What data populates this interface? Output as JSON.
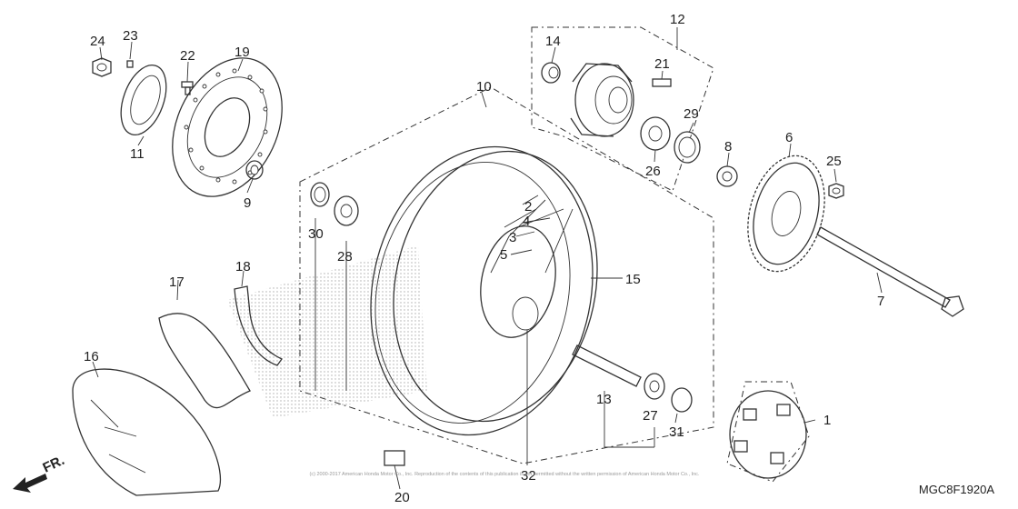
{
  "diagram_code": "MGC8F1920A",
  "front_label": "FR.",
  "copyright": "(c) 2000-2017 American Honda Motor Co., Inc. Reproduction of the contents of this publication is not permitted without the written permission of American Honda Motor Co., Inc.",
  "callouts": {
    "c1": "1",
    "c2": "2",
    "c3": "3",
    "c4": "4",
    "c5": "5",
    "c6": "6",
    "c7": "7",
    "c8": "8",
    "c9": "9",
    "c10": "10",
    "c11": "11",
    "c12": "12",
    "c13": "13",
    "c14": "14",
    "c15": "15",
    "c16": "16",
    "c17": "17",
    "c18": "18",
    "c19": "19",
    "c20": "20",
    "c21": "21",
    "c22": "22",
    "c23": "23",
    "c24": "24",
    "c25": "25",
    "c26": "26",
    "c27": "27",
    "c28": "28",
    "c29": "29",
    "c30": "30",
    "c31": "31",
    "c32": "32"
  }
}
